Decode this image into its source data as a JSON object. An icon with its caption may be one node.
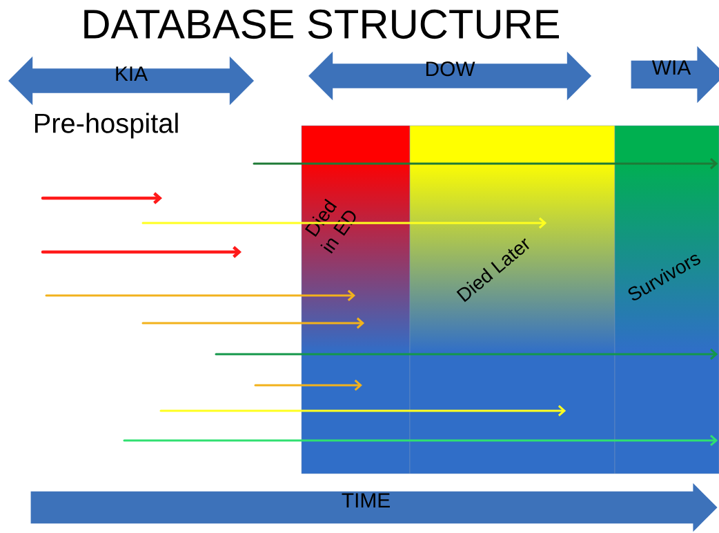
{
  "diagram": {
    "title": "DATABASE STRUCTURE",
    "nodes": [
      {
        "text": [
          "KIA"
        ]
      },
      {
        "text": [
          "DOW"
        ]
      },
      {
        "text": [
          "WIA"
        ]
      },
      {
        "text": [
          "Pre-hospital"
        ]
      },
      {
        "text": [
          "Died in ED"
        ]
      },
      {
        "text": [
          "Died Later"
        ]
      },
      {
        "text": [
          "Survivors"
        ]
      },
      {
        "text": [
          "TIME"
        ]
      }
    ],
    "edges": [
      {
        "from": null,
        "to": 6,
        "arrow": "to",
        "color": "#1e7a36"
      },
      {
        "from": null,
        "to": 5,
        "arrow": "to",
        "color": "#ffff20"
      },
      {
        "from": null,
        "to": 4,
        "arrow": "to",
        "color": "#f2b21c"
      },
      {
        "from": null,
        "to": 4,
        "arrow": "to",
        "color": "#f2b21c"
      },
      {
        "from": null,
        "to": 6,
        "arrow": "to",
        "color": "#14974a"
      },
      {
        "from": null,
        "to": 4,
        "arrow": "to",
        "color": "#f2b21c"
      },
      {
        "from": null,
        "to": 5,
        "arrow": "to",
        "color": "#ffff20"
      },
      {
        "from": null,
        "to": 6,
        "arrow": "to",
        "color": "#2fe070"
      }
    ]
  }
}
